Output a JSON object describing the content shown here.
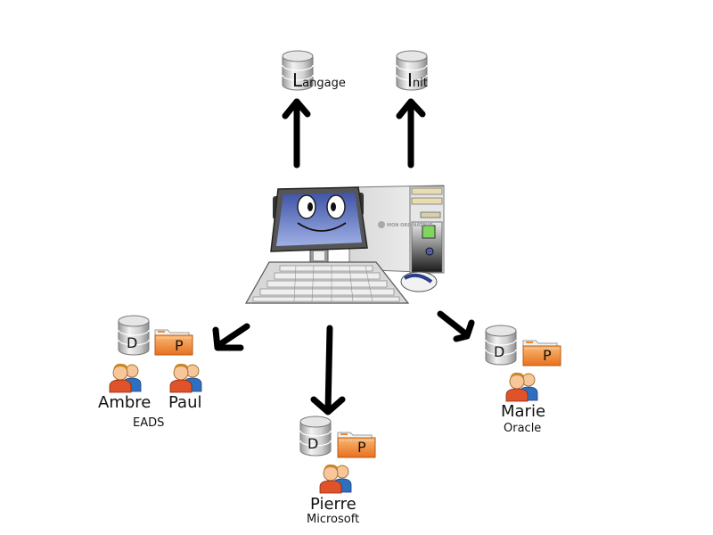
{
  "top_databases": [
    {
      "id": "langage",
      "label_initial": "L",
      "label_rest": "angage"
    },
    {
      "id": "init",
      "label_initial": "I",
      "label_rest": "nit"
    }
  ],
  "center": {
    "name": "computer",
    "brand_text": "MON ORDINATEUR"
  },
  "groups": [
    {
      "id": "eads",
      "database_letter": "D",
      "folder_letter": "P",
      "users": [
        "Ambre",
        "Paul"
      ],
      "organization": "EADS"
    },
    {
      "id": "microsoft",
      "database_letter": "D",
      "folder_letter": "P",
      "users": [
        "Pierre"
      ],
      "organization": "Microsoft"
    },
    {
      "id": "oracle",
      "database_letter": "D",
      "folder_letter": "P",
      "users": [
        "Marie"
      ],
      "organization": "Oracle"
    }
  ],
  "colors": {
    "arrow": "#000000",
    "folder": "#f08a30",
    "database": "#c8c8c8",
    "screen": "#5a6fb8",
    "user_orange": "#e0522a",
    "user_blue": "#2f6fc0"
  }
}
